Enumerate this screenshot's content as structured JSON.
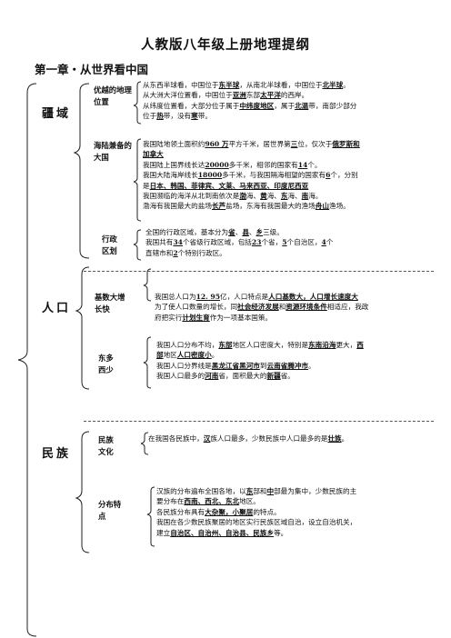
{
  "title": "人教版八年级上册地理提纲",
  "chapter": "第一章・从世界看中国",
  "territory": {
    "label": "疆域",
    "location": {
      "label": "优越的地理位置",
      "lines": [
        [
          [
            "从东西半球看，中国位于",
            0
          ],
          [
            "东半球",
            1
          ],
          [
            "，从南北半球看，中国位于",
            0
          ],
          [
            "北半球",
            1
          ],
          [
            "。",
            0
          ]
        ],
        [
          [
            "从大洲大洋位置看，中国位于",
            0
          ],
          [
            "亚洲",
            1
          ],
          [
            "东部",
            0
          ],
          [
            "太平洋",
            1
          ],
          [
            "的西岸。",
            0
          ]
        ],
        [
          [
            "从纬度位置看，大部分位于属于",
            0
          ],
          [
            "中纬度地区",
            1
          ],
          [
            "，属于",
            0
          ],
          [
            "北温",
            1
          ],
          [
            "带，南部少部分",
            0
          ]
        ],
        [
          [
            "位于",
            0
          ],
          [
            "热",
            1
          ],
          [
            "带，没有",
            0
          ],
          [
            "寒",
            1
          ],
          [
            "带。",
            0
          ]
        ]
      ]
    },
    "land_sea": {
      "label": "海陆兼备的大国",
      "lines": [
        [
          [
            "我国陆地领土面积约",
            0
          ],
          [
            "960 万",
            1
          ],
          [
            "平方千米，居世界第",
            0
          ],
          [
            "三",
            1
          ],
          [
            "位，仅次于",
            0
          ],
          [
            "俄罗斯和",
            1
          ]
        ],
        [
          [
            "加拿大",
            1
          ]
        ],
        [
          [
            "我国陆上国界线长达",
            0
          ],
          [
            "20000",
            1
          ],
          [
            "多千米，相邻的国家有",
            0
          ],
          [
            "14",
            1
          ],
          [
            "个。",
            0
          ]
        ],
        [
          [
            "我国大陆海岸线长",
            0
          ],
          [
            "18000",
            1
          ],
          [
            "多千米，与我国隔海相望的国家有",
            0
          ],
          [
            "6",
            1
          ],
          [
            "个，分别",
            0
          ]
        ],
        [
          [
            "是",
            0
          ],
          [
            "日本、韩国、菲律宾、文莱、马来西亚、印度尼西亚",
            1
          ]
        ],
        [
          [
            "我国濒临的海洋从北到南依次是",
            0
          ],
          [
            "渤",
            1
          ],
          [
            "海、",
            0
          ],
          [
            "黄",
            1
          ],
          [
            "海、",
            0
          ],
          [
            "东",
            1
          ],
          [
            "海、",
            0
          ],
          [
            "南",
            1
          ],
          [
            "海。",
            0
          ]
        ],
        [
          [
            "渤海有我国最大的盐场",
            0
          ],
          [
            "长芦",
            1
          ],
          [
            "盐场，东海有我国最大的渔场",
            0
          ],
          [
            "舟山",
            1
          ],
          [
            "渔场。",
            0
          ]
        ]
      ]
    },
    "admin": {
      "label": "行政区划",
      "lines": [
        [
          [
            "全国的行政区域，基本分为",
            0
          ],
          [
            "省",
            1
          ],
          [
            "、",
            0
          ],
          [
            "县",
            1
          ],
          [
            "、",
            0
          ],
          [
            "乡",
            1
          ],
          [
            "三级。",
            0
          ]
        ],
        [
          [
            "我国共有",
            0
          ],
          [
            "34",
            1
          ],
          [
            "个省级行政区域，包括",
            0
          ],
          [
            "23",
            1
          ],
          [
            "个省，",
            0
          ],
          [
            "5",
            1
          ],
          [
            "个自治区，",
            0
          ],
          [
            "4",
            1
          ],
          [
            "个",
            0
          ]
        ],
        [
          [
            "直辖市和",
            0
          ],
          [
            "2",
            1
          ],
          [
            "个特别行政区。",
            0
          ]
        ]
      ]
    }
  },
  "population": {
    "label": "人口",
    "growth": {
      "label": "基数大增长快",
      "lines": [
        [
          [
            "我国总人口为",
            0
          ],
          [
            "12. 95",
            1
          ],
          [
            "亿，人口特点是",
            0
          ],
          [
            "人口基数大，人口增长速度大",
            1
          ]
        ],
        [
          [
            "为了使人口数量的增长，同",
            0
          ],
          [
            "社会经济发展",
            1
          ],
          [
            "和",
            0
          ],
          [
            "资源环境条件",
            1
          ],
          [
            "相适应，我政",
            0
          ]
        ],
        [
          [
            "府把实行",
            0
          ],
          [
            "计划生育",
            1
          ],
          [
            "作为一项基本国策。",
            0
          ]
        ]
      ]
    },
    "distribution": {
      "label": "东多西少",
      "lines": [
        [
          [
            "我国人口分布不均，",
            0
          ],
          [
            "东部",
            1
          ],
          [
            "地区人口密度大，特别是",
            0
          ],
          [
            "东南沿海",
            1
          ],
          [
            "更大，",
            0
          ],
          [
            "西",
            1
          ]
        ],
        [
          [
            "部",
            1
          ],
          [
            "地区",
            0
          ],
          [
            "人口密度小",
            1
          ],
          [
            "。",
            0
          ]
        ],
        [
          [
            "我国人口分界线是",
            0
          ],
          [
            "黑龙江省黑河市",
            1
          ],
          [
            "到",
            0
          ],
          [
            "云南省腾冲市",
            1
          ],
          [
            "。",
            0
          ]
        ],
        [
          [
            "我国人口最多的",
            0
          ],
          [
            "河南",
            1
          ],
          [
            "省，面积最大的",
            0
          ],
          [
            "新疆",
            1
          ],
          [
            "省。",
            0
          ]
        ]
      ]
    }
  },
  "ethnic": {
    "label": "民族",
    "culture": {
      "label": "民族文化",
      "lines": [
        [
          [
            "在我国各民族中，",
            0
          ],
          [
            "汉",
            1
          ],
          [
            "族人口最多，少数民族中人口最多的是",
            0
          ],
          [
            "壮族",
            1
          ],
          [
            "。",
            0
          ]
        ]
      ]
    },
    "features": {
      "label": "分布特点",
      "lines": [
        [
          [
            "汉族的分布遍布全国各地，以",
            0
          ],
          [
            "东",
            1
          ],
          [
            "部和",
            0
          ],
          [
            "中",
            1
          ],
          [
            "部最为集中，少数民族的主",
            0
          ]
        ],
        [
          [
            "要分布在",
            0
          ],
          [
            "西南、西北、东北",
            1
          ],
          [
            "地区。",
            0
          ]
        ],
        [
          [
            "各民族分布具有",
            0
          ],
          [
            "大杂聚，小聚居",
            1
          ],
          [
            "的特点。",
            0
          ]
        ],
        [
          [
            "我国在各少数民族聚居的地区实行民族区域自治，设立自治机关，",
            0
          ]
        ],
        [
          [
            "建立",
            0
          ],
          [
            "自治区、自治州、自治县、民族乡",
            1
          ],
          [
            "等。",
            0
          ]
        ]
      ]
    }
  }
}
